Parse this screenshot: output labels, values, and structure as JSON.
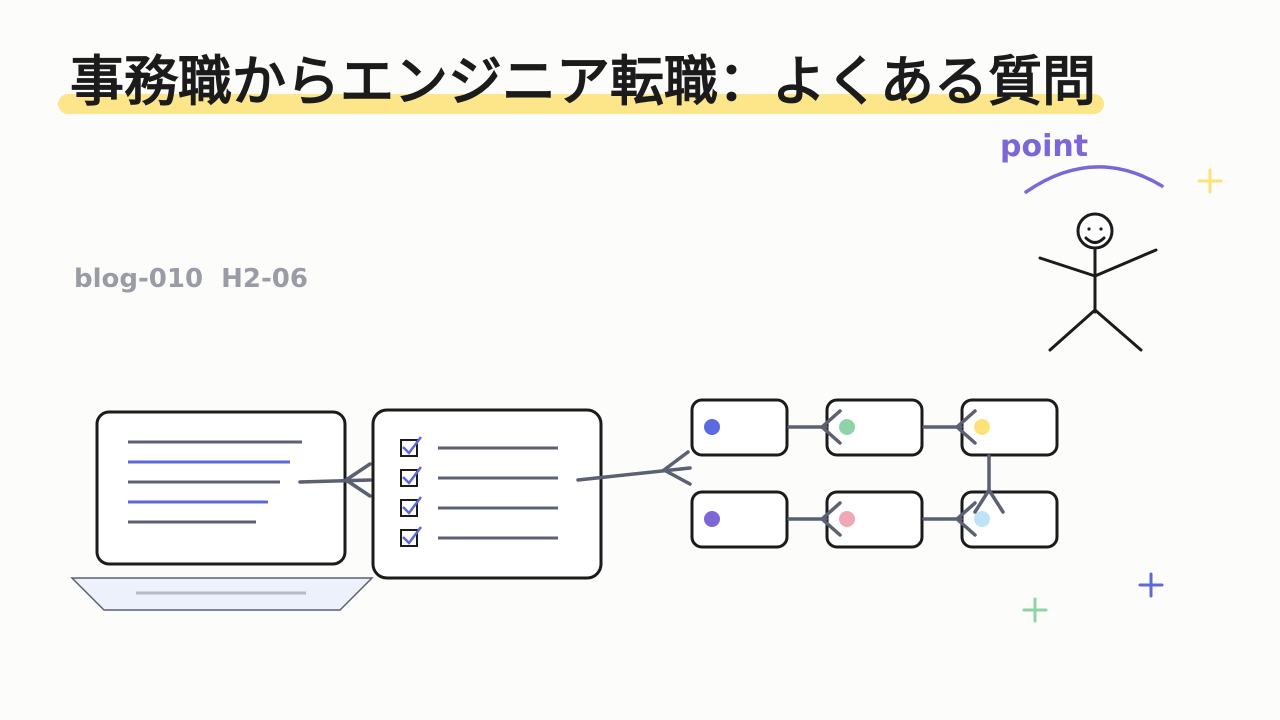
{
  "title": "事務職からエンジニア転職：よくある質問",
  "subtitle": "blog-010  H2-06",
  "point_label": "point",
  "colors": {
    "highlight": "#fde68a",
    "ink": "#1b1b1b",
    "connector": "#5b6072",
    "accent_blue": "#5b6ad8",
    "accent_purple": "#7c66d8",
    "laptop_base": "#edf1fb",
    "dot_blue": "#5b6ae0",
    "dot_green": "#8fd3a9",
    "dot_yellow": "#fde27a",
    "dot_purple": "#7c66d8",
    "dot_pink": "#f1a7b6",
    "dot_lightblue": "#bfe3f6",
    "sparkle_yellow": "#fde27a",
    "sparkle_blue": "#5b6ad8",
    "sparkle_green": "#8fd3a9"
  },
  "checklist": {
    "items": 4
  },
  "flow_nodes": [
    {
      "dot": "dot_blue"
    },
    {
      "dot": "dot_green"
    },
    {
      "dot": "dot_yellow"
    },
    {
      "dot": "dot_purple"
    },
    {
      "dot": "dot_pink"
    },
    {
      "dot": "dot_lightblue"
    }
  ]
}
